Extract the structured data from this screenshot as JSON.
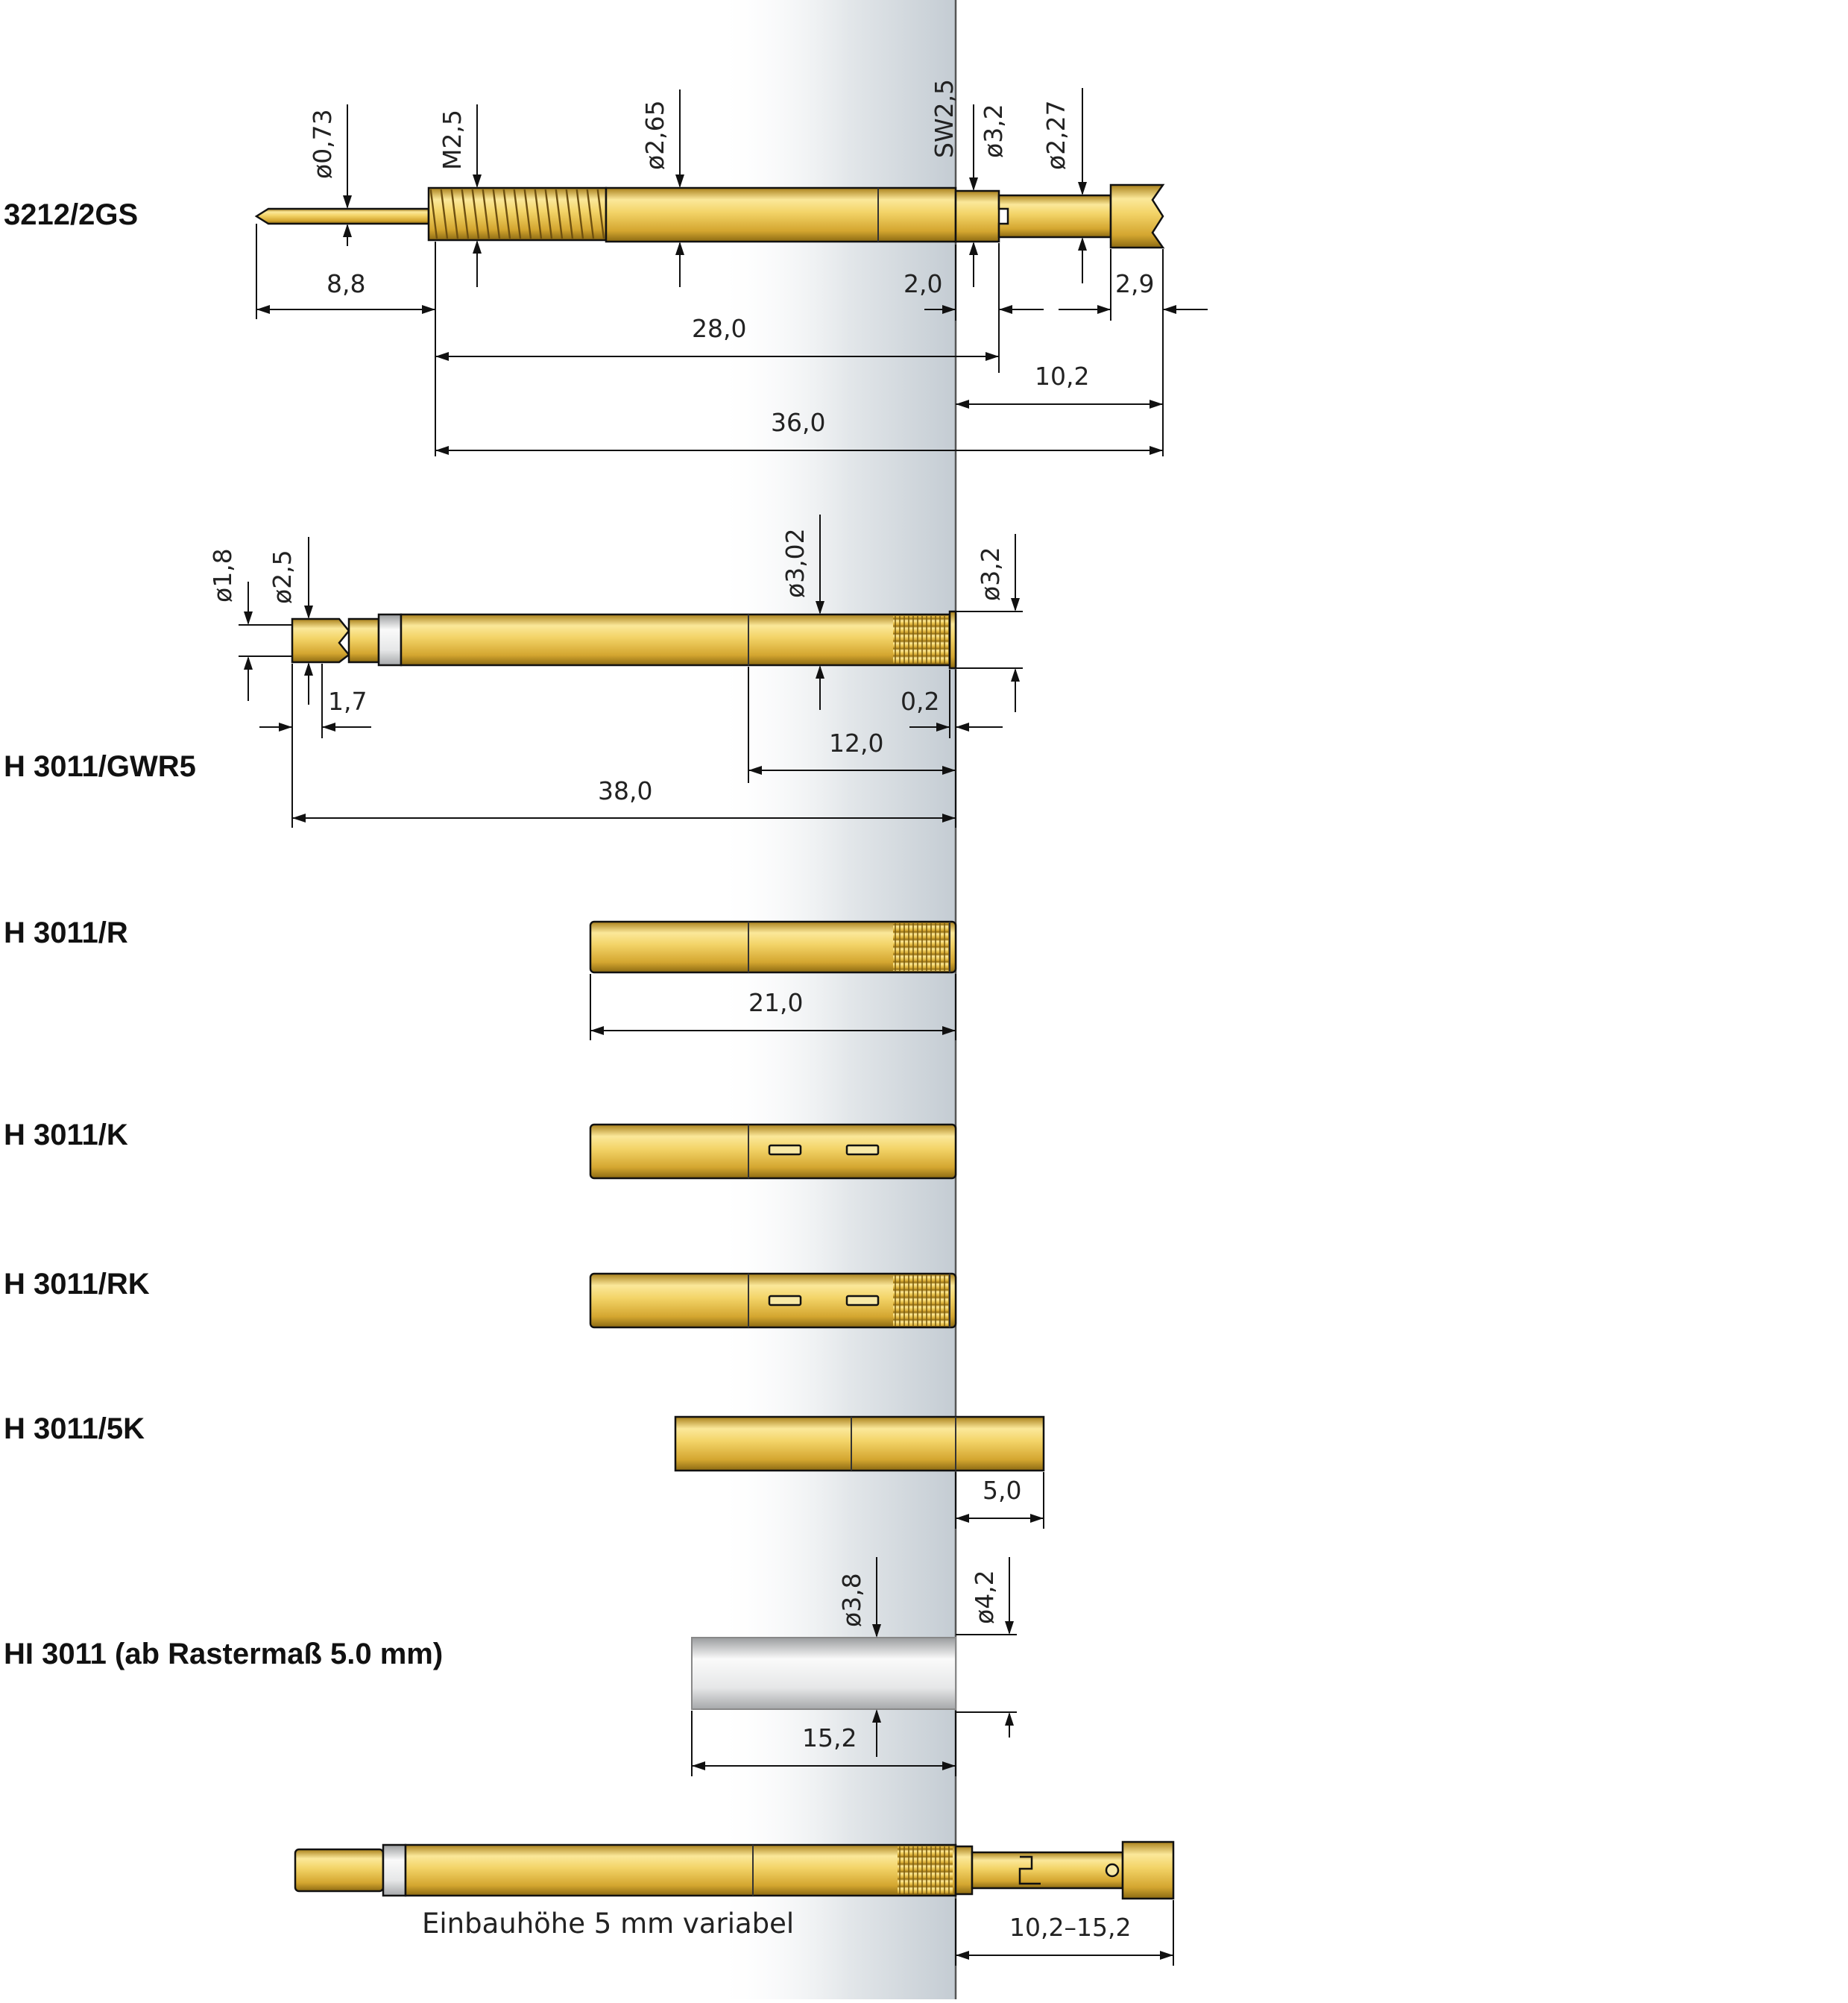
{
  "products": [
    {
      "id": "p1",
      "label": "3212/2GS"
    },
    {
      "id": "p2",
      "label": "H 3011/GWR5"
    },
    {
      "id": "p3",
      "label": "H 3011/R"
    },
    {
      "id": "p4",
      "label": "H 3011/K"
    },
    {
      "id": "p5",
      "label": "H 3011/RK"
    },
    {
      "id": "p6",
      "label": "H 3011/5K"
    },
    {
      "id": "p7",
      "label": "HI 3011 (ab Rastermaß 5.0 mm)"
    }
  ],
  "dimensions": {
    "p1_d073": "ø0,73",
    "p1_m25": "M2,5",
    "p1_d265": "ø2,65",
    "p1_sw25": "SW2,5",
    "p1_d32": "ø3,2",
    "p1_d227": "ø2,27",
    "p1_l88": "8,8",
    "p1_l20": "2,0",
    "p1_l29": "2,9",
    "p1_l280": "28,0",
    "p1_l102": "10,2",
    "p1_l360": "36,0",
    "p2_d18": "ø1,8",
    "p2_d25": "ø2,5",
    "p2_d302": "ø3,02",
    "p2_d32": "ø3,2",
    "p2_l17": "1,7",
    "p2_l02": "0,2",
    "p2_l120": "12,0",
    "p2_l380": "38,0",
    "p3_l210": "21,0",
    "p6_l50": "5,0",
    "p7_d38": "ø3,8",
    "p7_d42": "ø4,2",
    "p7_l152": "15,2",
    "p8_l": "10,2–15,2"
  },
  "caption": "Einbauhöhe 5 mm variabel",
  "colors": {
    "gold_light": "#fbe89a",
    "gold_mid": "#e8c24a",
    "gold_dark": "#a9801a",
    "panel": "#c4ccd3",
    "silver": "#d5d7d9"
  }
}
